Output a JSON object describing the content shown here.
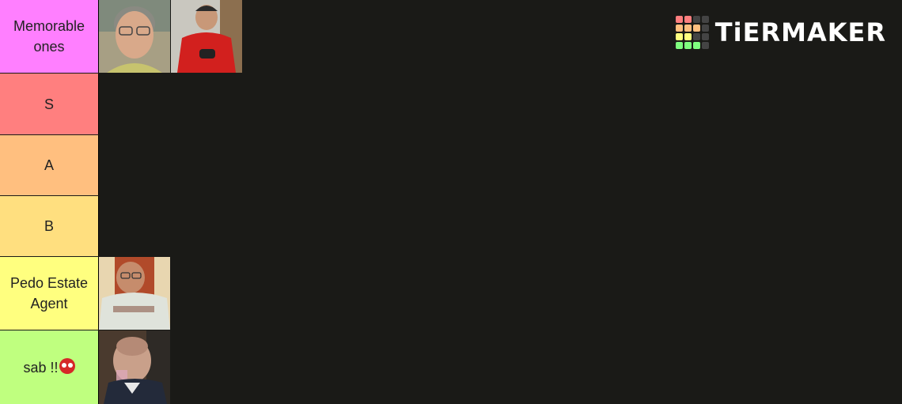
{
  "logo": {
    "text": "TiERMAKER",
    "grid_colors": [
      "#ff7f7f",
      "#ff7f7f",
      "#444444",
      "#444444",
      "#ffbf7f",
      "#ffbf7f",
      "#ffbf7f",
      "#444444",
      "#ffff7f",
      "#ffff7f",
      "#444444",
      "#444444",
      "#7fff7f",
      "#7fff7f",
      "#7fff7f",
      "#444444"
    ]
  },
  "tiers": [
    {
      "label": "Memorable ones",
      "color": "#ff7fff",
      "items": [
        {
          "icon": "man-glasses-photo"
        },
        {
          "icon": "man-red-shirt-photo"
        }
      ]
    },
    {
      "label": "S",
      "color": "#ff7f7f",
      "items": []
    },
    {
      "label": "A",
      "color": "#ffbf7f",
      "items": []
    },
    {
      "label": "B",
      "color": "#ffdf7f",
      "items": []
    },
    {
      "label": "Pedo Estate Agent",
      "color": "#ffff7f",
      "items": [
        {
          "icon": "man-california-shirt-photo"
        }
      ]
    },
    {
      "label": "sab !!",
      "color": "#bfff7f",
      "items": [
        {
          "icon": "bald-man-photo"
        }
      ]
    }
  ]
}
